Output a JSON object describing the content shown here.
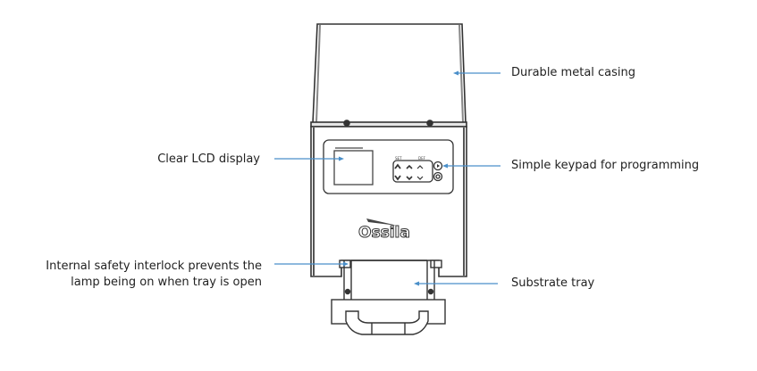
{
  "diagram": {
    "product_logo": "Ossila",
    "arrow_color": "#4a8fc9",
    "line_color": "#333333",
    "callouts": {
      "casing": "Durable metal casing",
      "lcd": "Clear LCD display",
      "keypad": "Simple keypad for programming",
      "interlock_line1": "Internal safety interlock prevents the",
      "interlock_line2": "lamp being on when tray is open",
      "tray": "Substrate tray"
    }
  }
}
